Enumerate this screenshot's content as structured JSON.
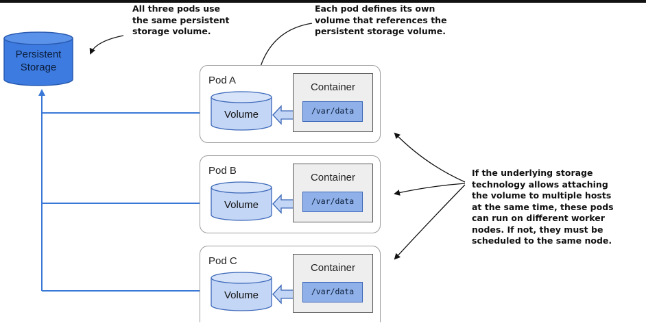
{
  "storage": {
    "label_line1": "Persistent",
    "label_line2": "Storage"
  },
  "notes": {
    "top_left": [
      "All three pods use",
      "the same persistent",
      "storage volume."
    ],
    "top_right": [
      "Each pod defines its own",
      "volume that references the",
      "persistent storage volume."
    ],
    "right": [
      "If the underlying storage",
      "technology allows attaching",
      "the volume to multiple hosts",
      "at the same time, these pods",
      "can run on different worker",
      "nodes. If not, they must be",
      "scheduled to the same node."
    ]
  },
  "pods": [
    {
      "label": "Pod A",
      "container_label": "Container",
      "path": "/var/data",
      "volume_label": "Volume"
    },
    {
      "label": "Pod B",
      "container_label": "Container",
      "path": "/var/data",
      "volume_label": "Volume"
    },
    {
      "label": "Pod C",
      "container_label": "Container",
      "path": "/var/data",
      "volume_label": "Volume"
    }
  ],
  "colors": {
    "storage_fill": "#3d7be0",
    "volume_fill": "#c4d6f5",
    "wire": "#3a78d8",
    "path_fill": "#8fb0e8"
  }
}
